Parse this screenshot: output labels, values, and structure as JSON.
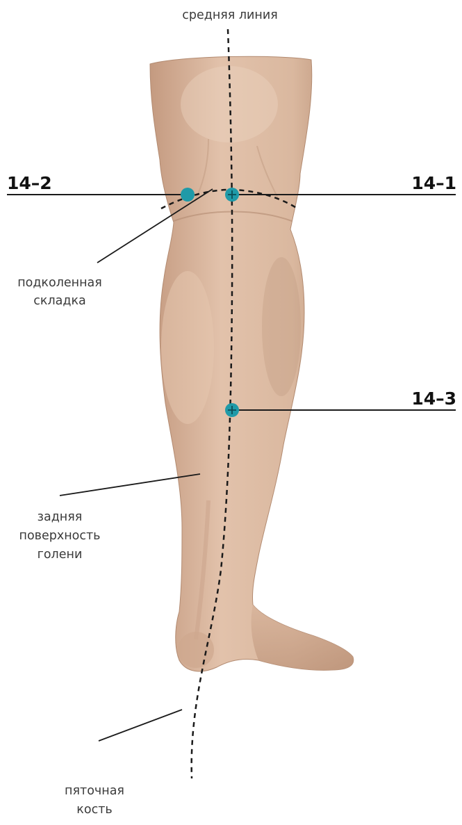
{
  "labels": {
    "midline": "средняя линия",
    "popliteal_line1": "подколенная",
    "popliteal_line2": "складка",
    "posterior_line1": "задняя",
    "posterior_line2": "поверхность",
    "posterior_line3": "голени",
    "calcaneus_line1": "пяточная",
    "calcaneus_line2": "кость"
  },
  "points": {
    "p1": "14–1",
    "p2": "14–2",
    "p3": "14–3"
  },
  "colors": {
    "point": "#1f9aa8",
    "skin": "#d9b59c",
    "skin_shadow": "#b98e72",
    "line": "#1a1a1a"
  }
}
